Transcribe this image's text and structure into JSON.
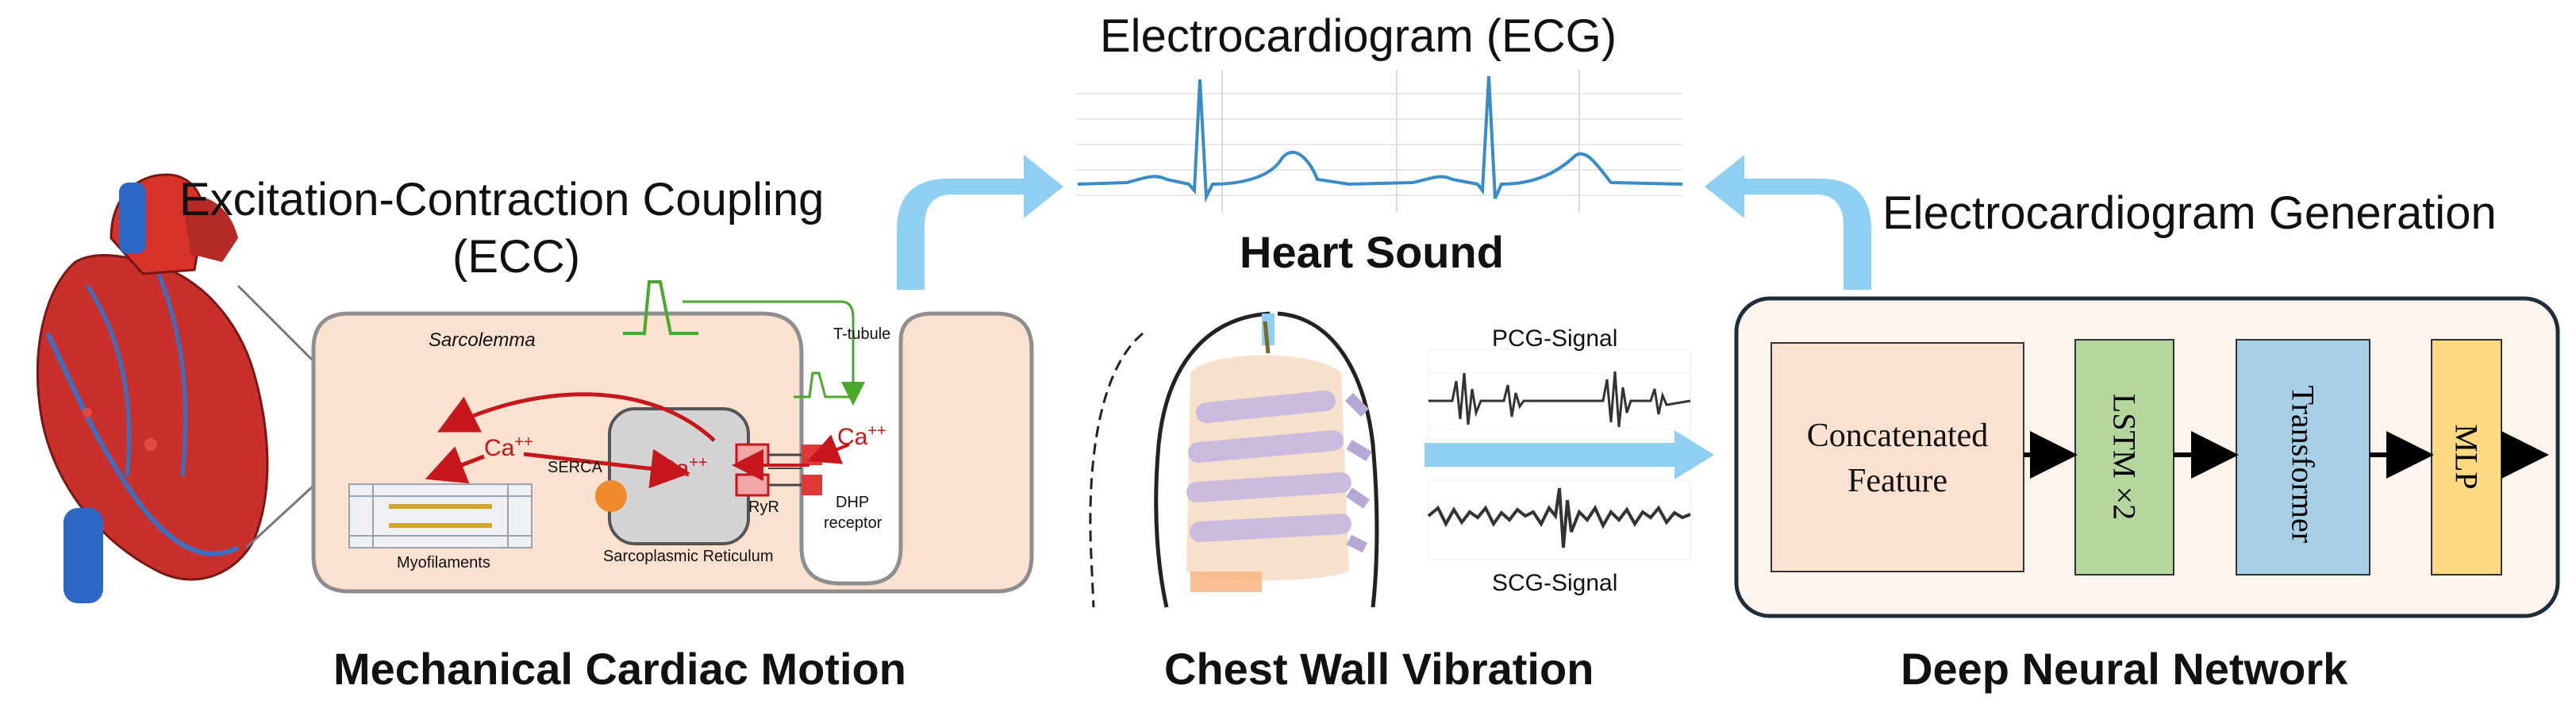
{
  "ecc": {
    "title_line1": "Excitation-Contraction Coupling",
    "title_line2": "(ECC)",
    "labels": {
      "sarcolemma": "Sarcolemma",
      "t_tubule": "T-tubule",
      "serca": "SERCA",
      "ryr": "RyR",
      "dhp_line1": "DHP",
      "dhp_line2": "receptor",
      "myofilaments": "Myofilaments",
      "sr": "Sarcoplasmic Reticulum",
      "ca": "Ca",
      "ca_sup": "++"
    },
    "caption": "Mechanical Cardiac Motion"
  },
  "ecg": {
    "title": "Electrocardiogram (ECG)"
  },
  "heart_sound": {
    "title": "Heart Sound"
  },
  "chest": {
    "pcg_label": "PCG-Signal",
    "scg_label": "SCG-Signal",
    "caption": "Chest Wall Vibration"
  },
  "dnn": {
    "title": "Electrocardiogram Generation",
    "box1_line1": "Concatenated",
    "box1_line2": "Feature",
    "box2": "LSTM ×2",
    "box3": "Transformer",
    "box4": "MLP",
    "caption": "Deep Neural Network"
  },
  "colors": {
    "big_arrow": "#8fd0f2",
    "ecg_line": "#3a8cc8",
    "cell_fill": "#fbe1cf",
    "ca_red": "#c8161d",
    "green": "#4aa82a",
    "box1": "#fbe1cf",
    "box2": "#b5d79e",
    "box3": "#a7d0e6",
    "box4": "#fdd982"
  }
}
